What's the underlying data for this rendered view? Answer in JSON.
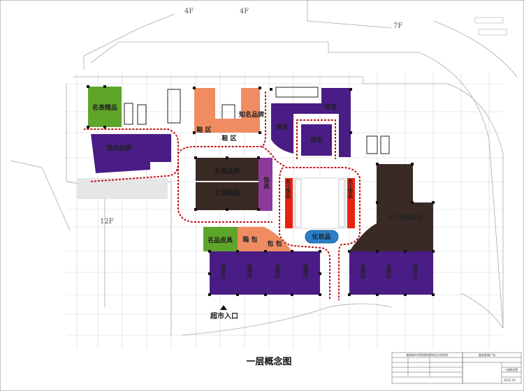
{
  "floor_labels": {
    "f1": "4F",
    "f2": "4F",
    "f3": "7F",
    "f4": "12F"
  },
  "zones": {
    "watch": "名表精品",
    "trend": "潮流品牌",
    "shoe1": "鞋 区",
    "shoe2": "鞋 区",
    "famous": "知名品牌",
    "women_brand": "女装品牌",
    "women_boutique": "女装精品",
    "accessory": "饰具",
    "jewel1": "珠宝",
    "jewel2": "珠宝",
    "jewel3": "珠宝",
    "ladies1": "女士饰品",
    "ladies2": "女士饰品",
    "cosmetics": "化妆品",
    "digital": "3G手机数码",
    "leather": "名品皮具",
    "luggage": "箱 包",
    "bags": "包 包",
    "brand_store": "品牌店"
  },
  "entrance": "超市入口",
  "title": "一层概念图",
  "title_block": {
    "institute": "湖南城市学院规划建筑设计研究院",
    "project": "娄底星城广场",
    "drawing": "一层概念图",
    "date": "2012.10"
  },
  "colors": {
    "purple": "#4a1c86",
    "green": "#5ea62a",
    "orange": "#ef8c62",
    "brown": "#3a2a26",
    "magenta": "#8e3a9a",
    "red": "#e8220e",
    "blue": "#2a7fc8",
    "walkway": "#c0141a"
  }
}
